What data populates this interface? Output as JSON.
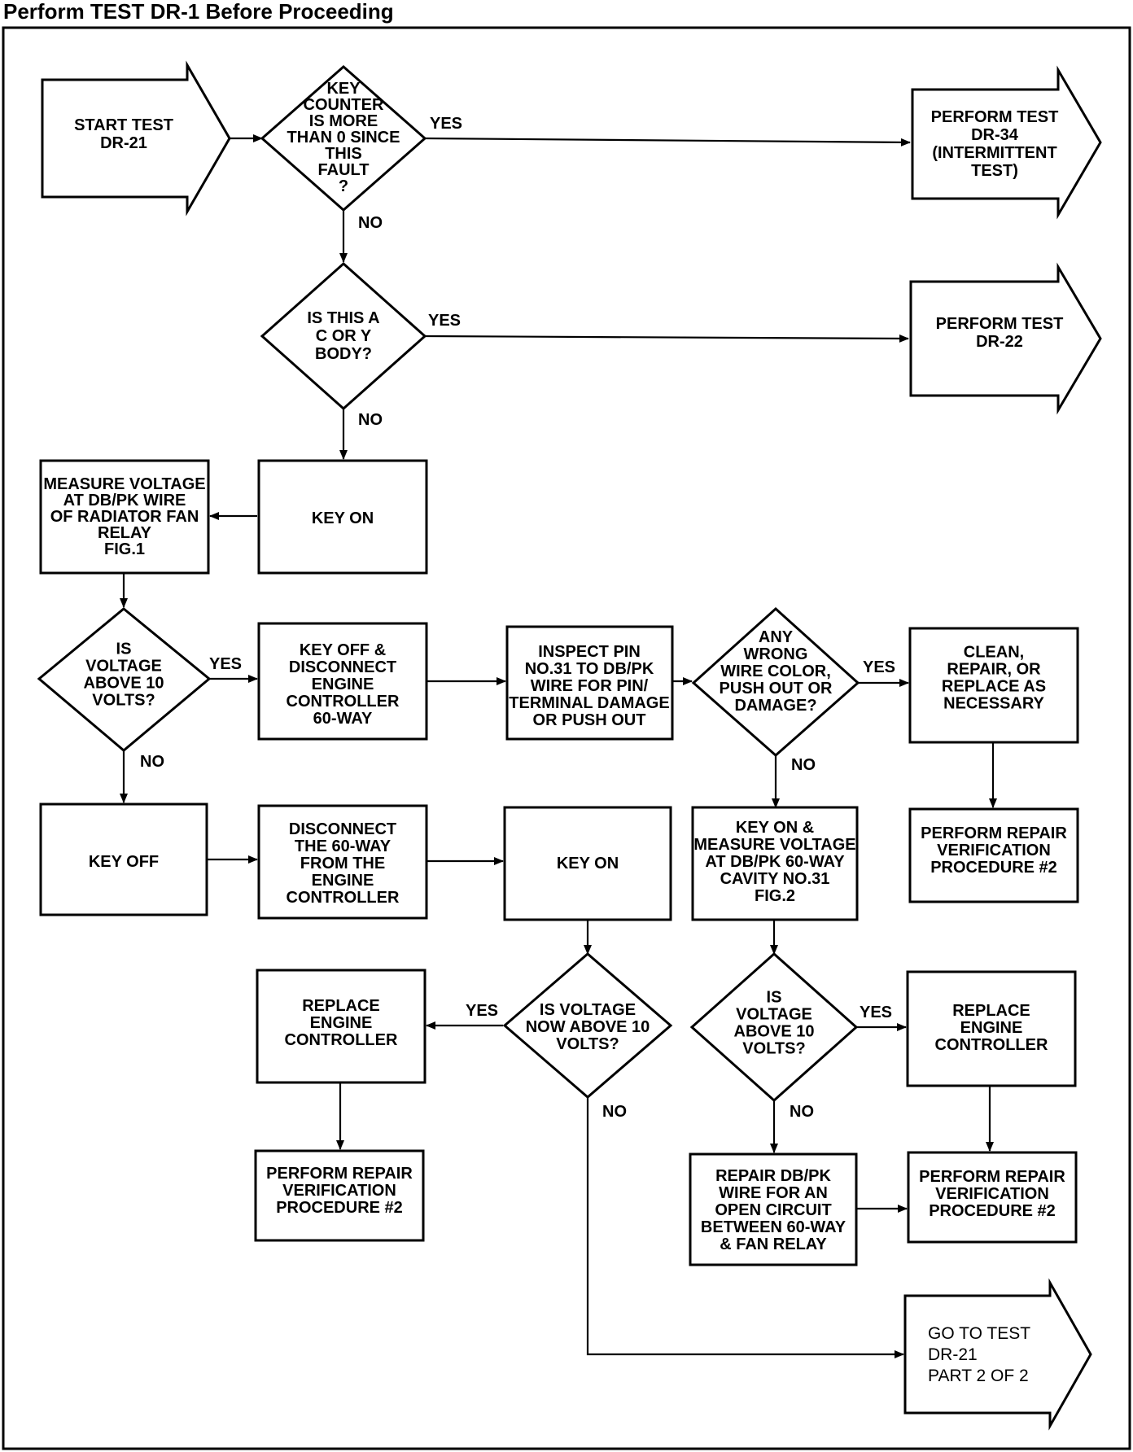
{
  "heading": "Perform TEST DR-1 Before Proceeding",
  "nodes": {
    "start": [
      "START TEST",
      "DR-21"
    ],
    "q_key_counter": [
      "KEY",
      "COUNTER",
      "IS MORE",
      "THAN 0 SINCE",
      "THIS",
      "FAULT",
      "?"
    ],
    "perform_dr34": [
      "PERFORM TEST",
      "DR-34",
      "(INTERMITTENT",
      "TEST)"
    ],
    "q_body": [
      "IS THIS A",
      "C OR Y",
      "BODY?"
    ],
    "perform_dr22": [
      "PERFORM TEST",
      "DR-22"
    ],
    "key_on_1": [
      "KEY ON"
    ],
    "measure_voltage": [
      "MEASURE VOLTAGE",
      "AT DB/PK WIRE",
      "OF RADIATOR FAN",
      "RELAY",
      "FIG.1"
    ],
    "q_voltage_1": [
      "IS",
      "VOLTAGE",
      "ABOVE 10",
      "VOLTS?"
    ],
    "key_off_disconnect": [
      "KEY OFF &",
      "DISCONNECT",
      "ENGINE",
      "CONTROLLER",
      "60-WAY"
    ],
    "inspect_pin": [
      "INSPECT PIN",
      "NO.31 TO DB/PK",
      "WIRE FOR PIN/",
      "TERMINAL DAMAGE",
      "OR PUSH OUT"
    ],
    "q_wrong_wire": [
      "ANY",
      "WRONG",
      "WIRE COLOR,",
      "PUSH OUT OR",
      "DAMAGE?"
    ],
    "clean_repair": [
      "CLEAN,",
      "REPAIR, OR",
      "REPLACE AS",
      "NECESSARY"
    ],
    "verify_1": [
      "PERFORM REPAIR",
      "VERIFICATION",
      "PROCEDURE #2"
    ],
    "key_off": [
      "KEY OFF"
    ],
    "disconnect_60way": [
      "DISCONNECT",
      "THE 60-WAY",
      "FROM THE",
      "ENGINE",
      "CONTROLLER"
    ],
    "key_on_2": [
      "KEY ON"
    ],
    "key_on_measure": [
      "KEY ON &",
      "MEASURE VOLTAGE",
      "AT DB/PK 60-WAY",
      "CAVITY NO.31",
      "FIG.2"
    ],
    "replace_ctrl_1": [
      "REPLACE",
      "ENGINE",
      "CONTROLLER"
    ],
    "q_voltage_now": [
      "IS VOLTAGE",
      "NOW ABOVE 10",
      "VOLTS?"
    ],
    "q_voltage_2": [
      "IS",
      "VOLTAGE",
      "ABOVE 10",
      "VOLTS?"
    ],
    "replace_ctrl_2": [
      "REPLACE",
      "ENGINE",
      "CONTROLLER"
    ],
    "verify_2": [
      "PERFORM REPAIR",
      "VERIFICATION",
      "PROCEDURE #2"
    ],
    "repair_wire": [
      "REPAIR DB/PK",
      "WIRE FOR AN",
      "OPEN CIRCUIT",
      "BETWEEN 60-WAY",
      "& FAN RELAY"
    ],
    "verify_3": [
      "PERFORM REPAIR",
      "VERIFICATION",
      "PROCEDURE #2"
    ],
    "goto_part2": [
      "GO TO TEST",
      "DR-21",
      "PART 2 OF 2"
    ]
  },
  "edge_labels": {
    "yes": "YES",
    "no": "NO"
  }
}
